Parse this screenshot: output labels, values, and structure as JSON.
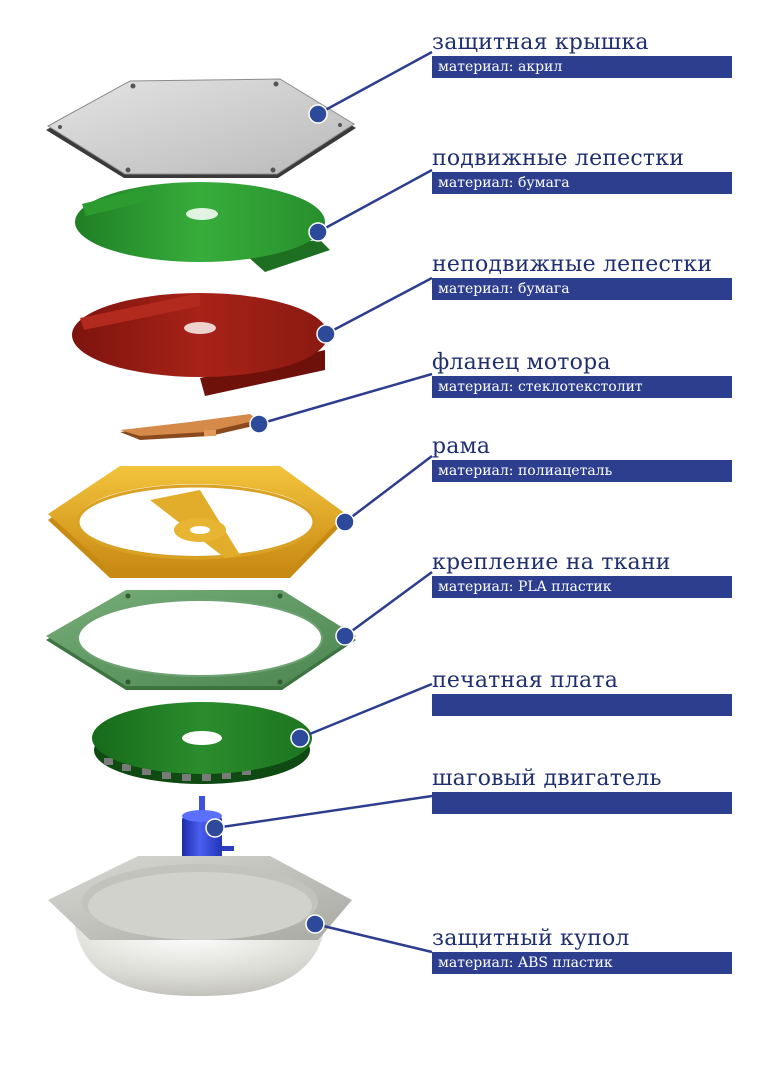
{
  "colors": {
    "accent": "#2d3e8f",
    "cover": "#c9c9c9",
    "moving_petals": "#2f9a33",
    "fixed_petals": "#9b1c12",
    "flange": "#c87a3a",
    "frame": "#e0a822",
    "fabric_mount": "#5f9a62",
    "pcb": "#1f7a22",
    "motor": "#2b3fc9",
    "dome": "#cfcfc9"
  },
  "callouts": [
    {
      "title": "защитная крышка",
      "material": "материал: акрил"
    },
    {
      "title": "подвижные лепестки",
      "material": "материал: бумага"
    },
    {
      "title": "неподвижные лепестки",
      "material": "материал: бумага"
    },
    {
      "title": "фланец мотора",
      "material": "материал: стеклотекстолит"
    },
    {
      "title": "рама",
      "material": "материал: полиацеталь"
    },
    {
      "title": "крепление на ткани",
      "material": "материал: PLA пластик"
    },
    {
      "title": "печатная плата",
      "material": ""
    },
    {
      "title": "шаговый двигатель",
      "material": ""
    },
    {
      "title": "защитный купол",
      "material": "материал: ABS пластик"
    }
  ]
}
